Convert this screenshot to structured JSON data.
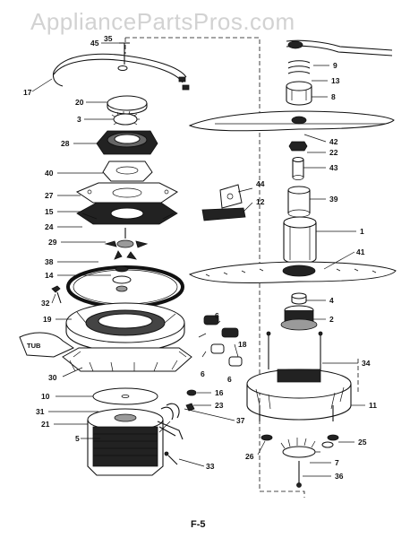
{
  "watermark": "AppliancePartsPros.com",
  "figure_label": "F-5",
  "tub_label": "TUB",
  "callouts": {
    "c1": "1",
    "c2": "2",
    "c3": "3",
    "c4": "4",
    "c5": "5",
    "c6a": "6",
    "c6b": "6",
    "c6c": "6",
    "c7": "7",
    "c8": "8",
    "c9": "9",
    "c10": "10",
    "c11": "11",
    "c12": "12",
    "c13": "13",
    "c14": "14",
    "c15": "15",
    "c16": "16",
    "c17": "17",
    "c18": "18",
    "c19": "19",
    "c20": "20",
    "c21": "21",
    "c22": "22",
    "c23": "23",
    "c24": "24",
    "c25": "25",
    "c26": "26",
    "c27": "27",
    "c28": "28",
    "c29": "29",
    "c30": "30",
    "c31": "31",
    "c32": "32",
    "c33": "33",
    "c34": "34",
    "c35": "35",
    "c36": "36",
    "c37": "37",
    "c38": "38",
    "c39": "39",
    "c40": "40",
    "c41": "41",
    "c42": "42",
    "c43": "43",
    "c44": "44",
    "c45": "45"
  }
}
